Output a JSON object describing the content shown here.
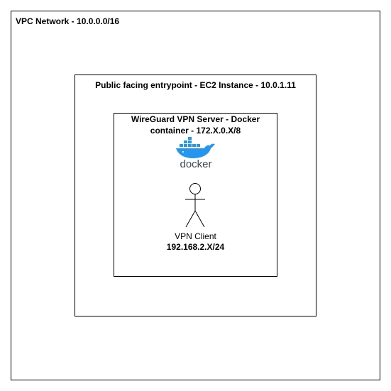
{
  "diagram": {
    "vpc": {
      "label": "VPC Network - 10.0.0.0/16"
    },
    "ec2": {
      "label": "Public facing entrypoint - EC2 Instance - 10.0.1.11"
    },
    "docker_container": {
      "label": "WireGuard VPN Server - Docker container - 172.X.0.X/8",
      "logo": {
        "icon": "docker-whale-icon",
        "wordmark": "docker",
        "color": "#2496ed"
      }
    },
    "client": {
      "icon": "actor-icon",
      "name": "VPN Client",
      "ip": "192.168.2.X/24"
    }
  },
  "colors": {
    "border": "#000000",
    "background": "#ffffff",
    "docker_blue": "#2496ed",
    "docker_text": "#394d54"
  }
}
